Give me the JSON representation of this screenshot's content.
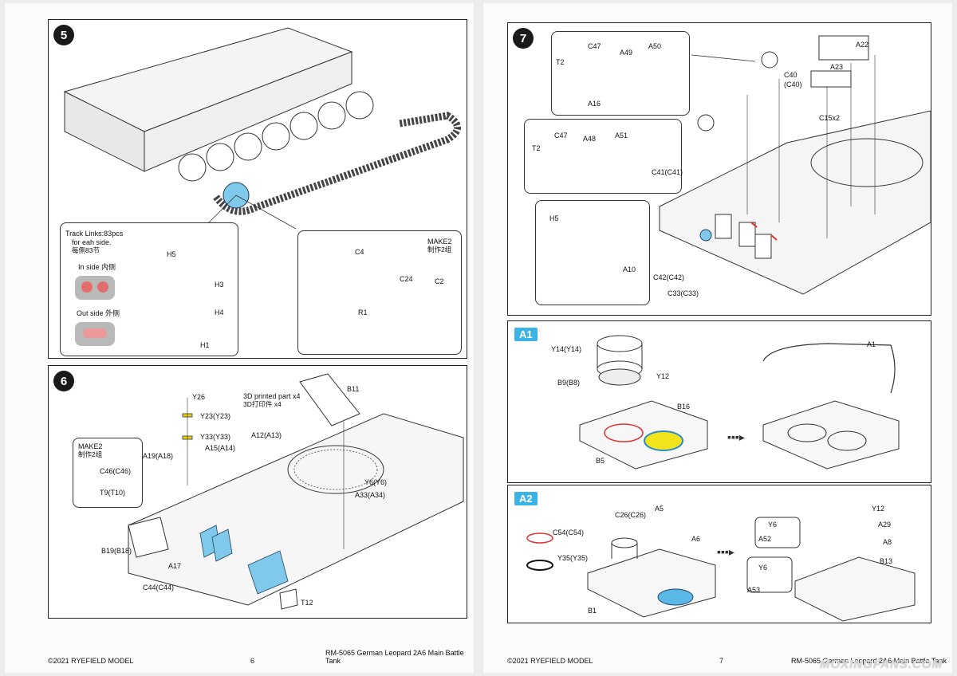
{
  "footer": {
    "copyright": "©2021 RYEFIELD MODEL",
    "page_left": "6",
    "page_right": "7",
    "kit_title": "RM-5065 German Leopard 2A6 Main Battle Tank"
  },
  "watermark": "MOXINGFANS.COM",
  "step5": {
    "number": "5",
    "track_note": [
      "Track Links:83pcs",
      "for eah side.",
      "每侧83节"
    ],
    "inside": "In side 内侧",
    "outside": "Out side 外侧",
    "make": "MAKE2",
    "make_cn": "制作2组",
    "parts": [
      "H5",
      "H3",
      "H4",
      "H1",
      "C4",
      "C24",
      "C2",
      "R1"
    ]
  },
  "step6": {
    "number": "6",
    "printed_note": "3D printed part x4",
    "printed_note_cn": "3D打印件 x4",
    "make": "MAKE2",
    "make_cn": "制作2组",
    "parts": [
      "Y26",
      "Y23(Y23)",
      "Y33(Y33)",
      "A15(A14)",
      "A12(A13)",
      "B11",
      "A19(A18)",
      "C46(C46)",
      "T9(T10)",
      "Y6(Y6)",
      "A33(A34)",
      "B19(B18)",
      "A17",
      "C44(C44)",
      "T12"
    ]
  },
  "step7": {
    "number": "7",
    "parts": [
      "T2",
      "C47",
      "A49",
      "A50",
      "A16",
      "A22",
      "C40",
      "(C40)",
      "A23",
      "C15x2",
      "T2",
      "C47",
      "A48",
      "A51",
      "C41(C41)",
      "H5",
      "A10",
      "C42(C42)",
      "C33(C33)"
    ]
  },
  "stepA1": {
    "tag": "A1",
    "parts": [
      "Y14(Y14)",
      "B9(B8)",
      "Y12",
      "B16",
      "B5",
      "A1"
    ]
  },
  "stepA2": {
    "tag": "A2",
    "parts": [
      "C26(C26)",
      "A5",
      "C54(C54)",
      "A6",
      "Y35(Y35)",
      "B1",
      "Y12",
      "A29",
      "Y6",
      "A52",
      "A8",
      "B13",
      "Y6",
      "A53"
    ]
  }
}
